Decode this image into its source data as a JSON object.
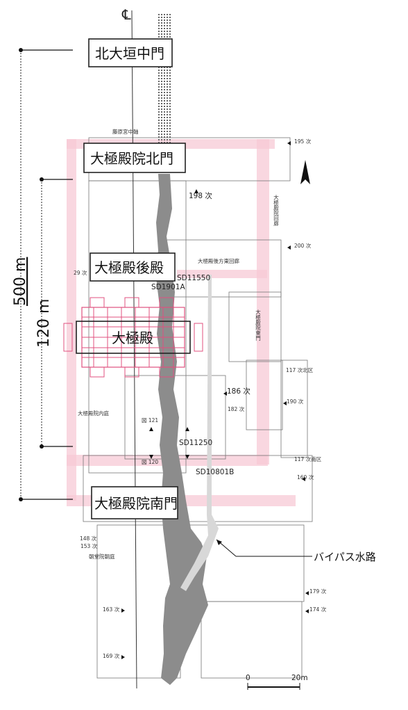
{
  "buildings": {
    "north_gate": "北大垣中門",
    "inner_north_gate": "大極殿院北門",
    "rear_hall": "大極殿後殿",
    "main_hall": "大極殿",
    "south_gate": "大極殿院南門"
  },
  "scale": {
    "dist_500": "500 m",
    "dist_120": "120 m",
    "bar_zero": "0",
    "bar_end": "20m"
  },
  "bypass_label": "バイパス水路",
  "axis_label": "藤原宮中軸",
  "features": {
    "corridor_east": "大極殿後方東回廊",
    "courtyard_east": "大極殿院東門",
    "corridor_right": "大極殿院回廊",
    "inner_court": "大極殿院内庭",
    "court_front": "朝堂院朝庭",
    "sd11550": "SD11550",
    "sd1901a": "SD1901A",
    "sd11250": "SD11250",
    "sd10801b": "SD10801B",
    "fig121": "図 121",
    "fig120": "図 120"
  },
  "surveys": {
    "s195": "195 次",
    "s198": "198 次",
    "s200": "200 次",
    "s29": "29 次",
    "s117n": "117 次北区",
    "s186": "186 次",
    "s182": "182 次",
    "s190": "190 次",
    "s117s": "117 次南区",
    "s160": "160 次",
    "s148": "148 次",
    "s153": "153 次",
    "s179": "179 次",
    "s163": "163 次",
    "s174": "174 次",
    "s169": "169 次"
  },
  "colors": {
    "pink": "#f4b8c9",
    "magenta": "#e0507f",
    "water": "#8c8c8c"
  }
}
